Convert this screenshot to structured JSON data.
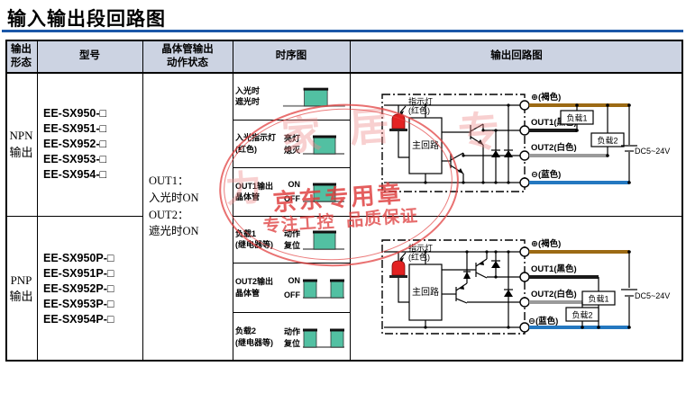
{
  "title": "输入输出段回路图",
  "table": {
    "headers": {
      "output_form": "输出\n形态",
      "model": "型号",
      "transistor_state": "晶体管输出\n动作状态",
      "timing": "时序图",
      "output_circuit": "输出回路图"
    },
    "npn": {
      "form": "NPN\n输出",
      "models": [
        "EE-SX950-□",
        "EE-SX951-□",
        "EE-SX952-□",
        "EE-SX953-□",
        "EE-SX954-□"
      ]
    },
    "pnp": {
      "form": "PNP\n输出",
      "models": [
        "EE-SX950P-□",
        "EE-SX951P-□",
        "EE-SX952P-□",
        "EE-SX953P-□",
        "EE-SX954P-□"
      ]
    },
    "transistor_action": "OUT1：\n入光时ON\nOUT2：\n遮光时ON"
  },
  "timing": {
    "rows": [
      {
        "name": "入光时\n遮光时",
        "wave": "single"
      },
      {
        "name": "入光指示灯\n(红色)",
        "on": "亮灯",
        "off": "熄灭",
        "wave": "single"
      },
      {
        "name": "OUT1输出\n晶体管",
        "on": "ON",
        "off": "OFF",
        "wave": "single"
      },
      {
        "name": "负载1\n(继电器等)",
        "on": "动作",
        "off": "复位",
        "wave": "single"
      },
      {
        "name": "OUT2输出\n晶体管",
        "on": "ON",
        "off": "OFF",
        "wave": "double"
      },
      {
        "name": "负载2\n(继电器等)",
        "on": "动作",
        "off": "复位",
        "wave": "double"
      }
    ]
  },
  "circuit": {
    "indicator_line1": "指示灯",
    "indicator_line2": "(红色)",
    "main_circuit": "主回路",
    "terminal_plus": "⊕(褐色)",
    "terminal_out1": "OUT1(黑色)",
    "terminal_out2": "OUT2(白色)",
    "terminal_minus": "⊖(蓝色)",
    "load1": "负载1",
    "load2": "负载2",
    "power": "DC5~24V"
  },
  "watermark": {
    "stamp_line1": "京东专用章",
    "stamp_line2": "专注工控  品质保证",
    "faded_chars": [
      "家",
      "居",
      "专",
      "力"
    ]
  },
  "colors": {
    "header_bg": "#ccd3e2",
    "title_rule_blue": "#1b57a8",
    "pulse_green": "#52c0a2",
    "wire_brown": "#9c6a14",
    "wire_blue": "#2478c0",
    "wire_gray": "#9a9a9a",
    "wire_black": "#1a1a1a",
    "led_red": "#e32222",
    "stamp_red": "#e04848"
  }
}
